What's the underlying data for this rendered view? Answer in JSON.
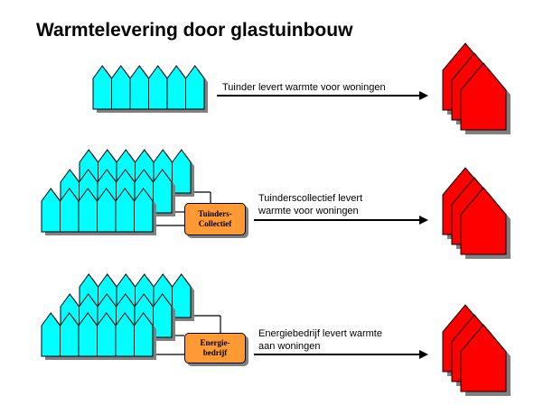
{
  "title": "Warmtelevering door glastuinbouw",
  "rows": [
    {
      "label_lines": [
        "Tuinder levert warmte voor woningen"
      ]
    },
    {
      "label_lines": [
        "Tuinderscollectief levert",
        "warmte voor woningen"
      ],
      "box_lines": [
        "Tuinders-",
        "Collectief"
      ]
    },
    {
      "label_lines": [
        "Energiebedrijf levert warmte",
        "aan woningen"
      ],
      "box_lines": [
        "Energie-",
        "bedrijf"
      ]
    }
  ],
  "colors": {
    "greenhouse_fill": "#00ffff",
    "greenhouse_shadow": "#808080",
    "house_fill": "#ff0000",
    "house_shadow": "#808080",
    "box_fill": "#ff9933",
    "arrow": "#000000"
  },
  "icons": [
    "greenhouse-icon",
    "house-icon",
    "arrow-icon"
  ]
}
